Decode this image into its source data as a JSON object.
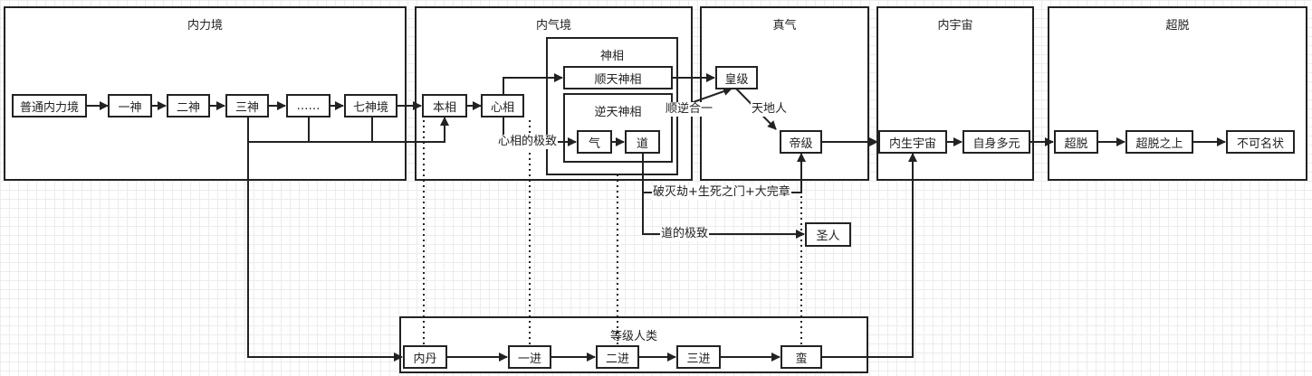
{
  "groups": {
    "neili": "内力境",
    "neiqi": "内气境",
    "shenxiang": "神相",
    "nitian": "逆天神相",
    "zhenqi": "真气",
    "neiyuzhou": "内宇宙",
    "chaotuo": "超脱",
    "human": "等级人类"
  },
  "nodes": {
    "putong": "普通内力境",
    "yishen": "一神",
    "ershen": "二神",
    "sanshen": "三神",
    "ellipsis": "……",
    "qishen": "七神境",
    "benxiang": "本相",
    "xinxiang": "心相",
    "shuntian": "顺天神相",
    "qi": "气",
    "dao": "道",
    "huangji": "皇级",
    "diji": "帝级",
    "shengren": "圣人",
    "neisheng": "内生宇宙",
    "zishen": "自身多元",
    "chaotuo": "超脱",
    "chaotuo_above": "超脱之上",
    "bukeming": "不可名状",
    "neidan": "内丹",
    "yijin": "一进",
    "erjin": "二进",
    "sanjin": "三进",
    "man": "蛮"
  },
  "edge_labels": {
    "xinxiang_jizhi": "心相的极致",
    "shunni": "顺逆合一",
    "tiandiren": "天地人",
    "pomie": "破灭劫+生死之门+大完章",
    "dao_jizhi": "道的极致"
  }
}
